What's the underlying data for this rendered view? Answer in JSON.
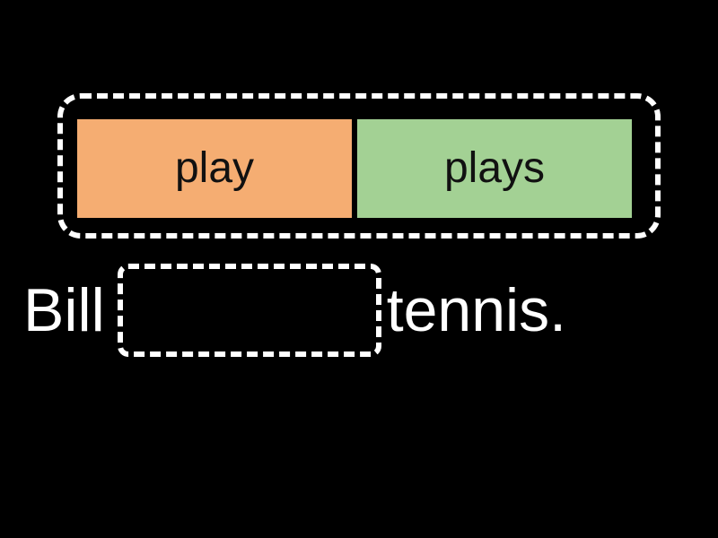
{
  "activity": {
    "type": "fill-in-the-blank",
    "background_color": "#000000"
  },
  "word_bank": {
    "name": "word-bank",
    "tiles": [
      {
        "label": "play",
        "color": "#f5ad72",
        "text_color": "#111111"
      },
      {
        "label": "plays",
        "color": "#a3d194",
        "text_color": "#111111"
      }
    ]
  },
  "sentence": {
    "text_color": "#ffffff",
    "before": "Bill",
    "blank": {
      "value": "",
      "placeholder": ""
    },
    "after": "tennis."
  }
}
